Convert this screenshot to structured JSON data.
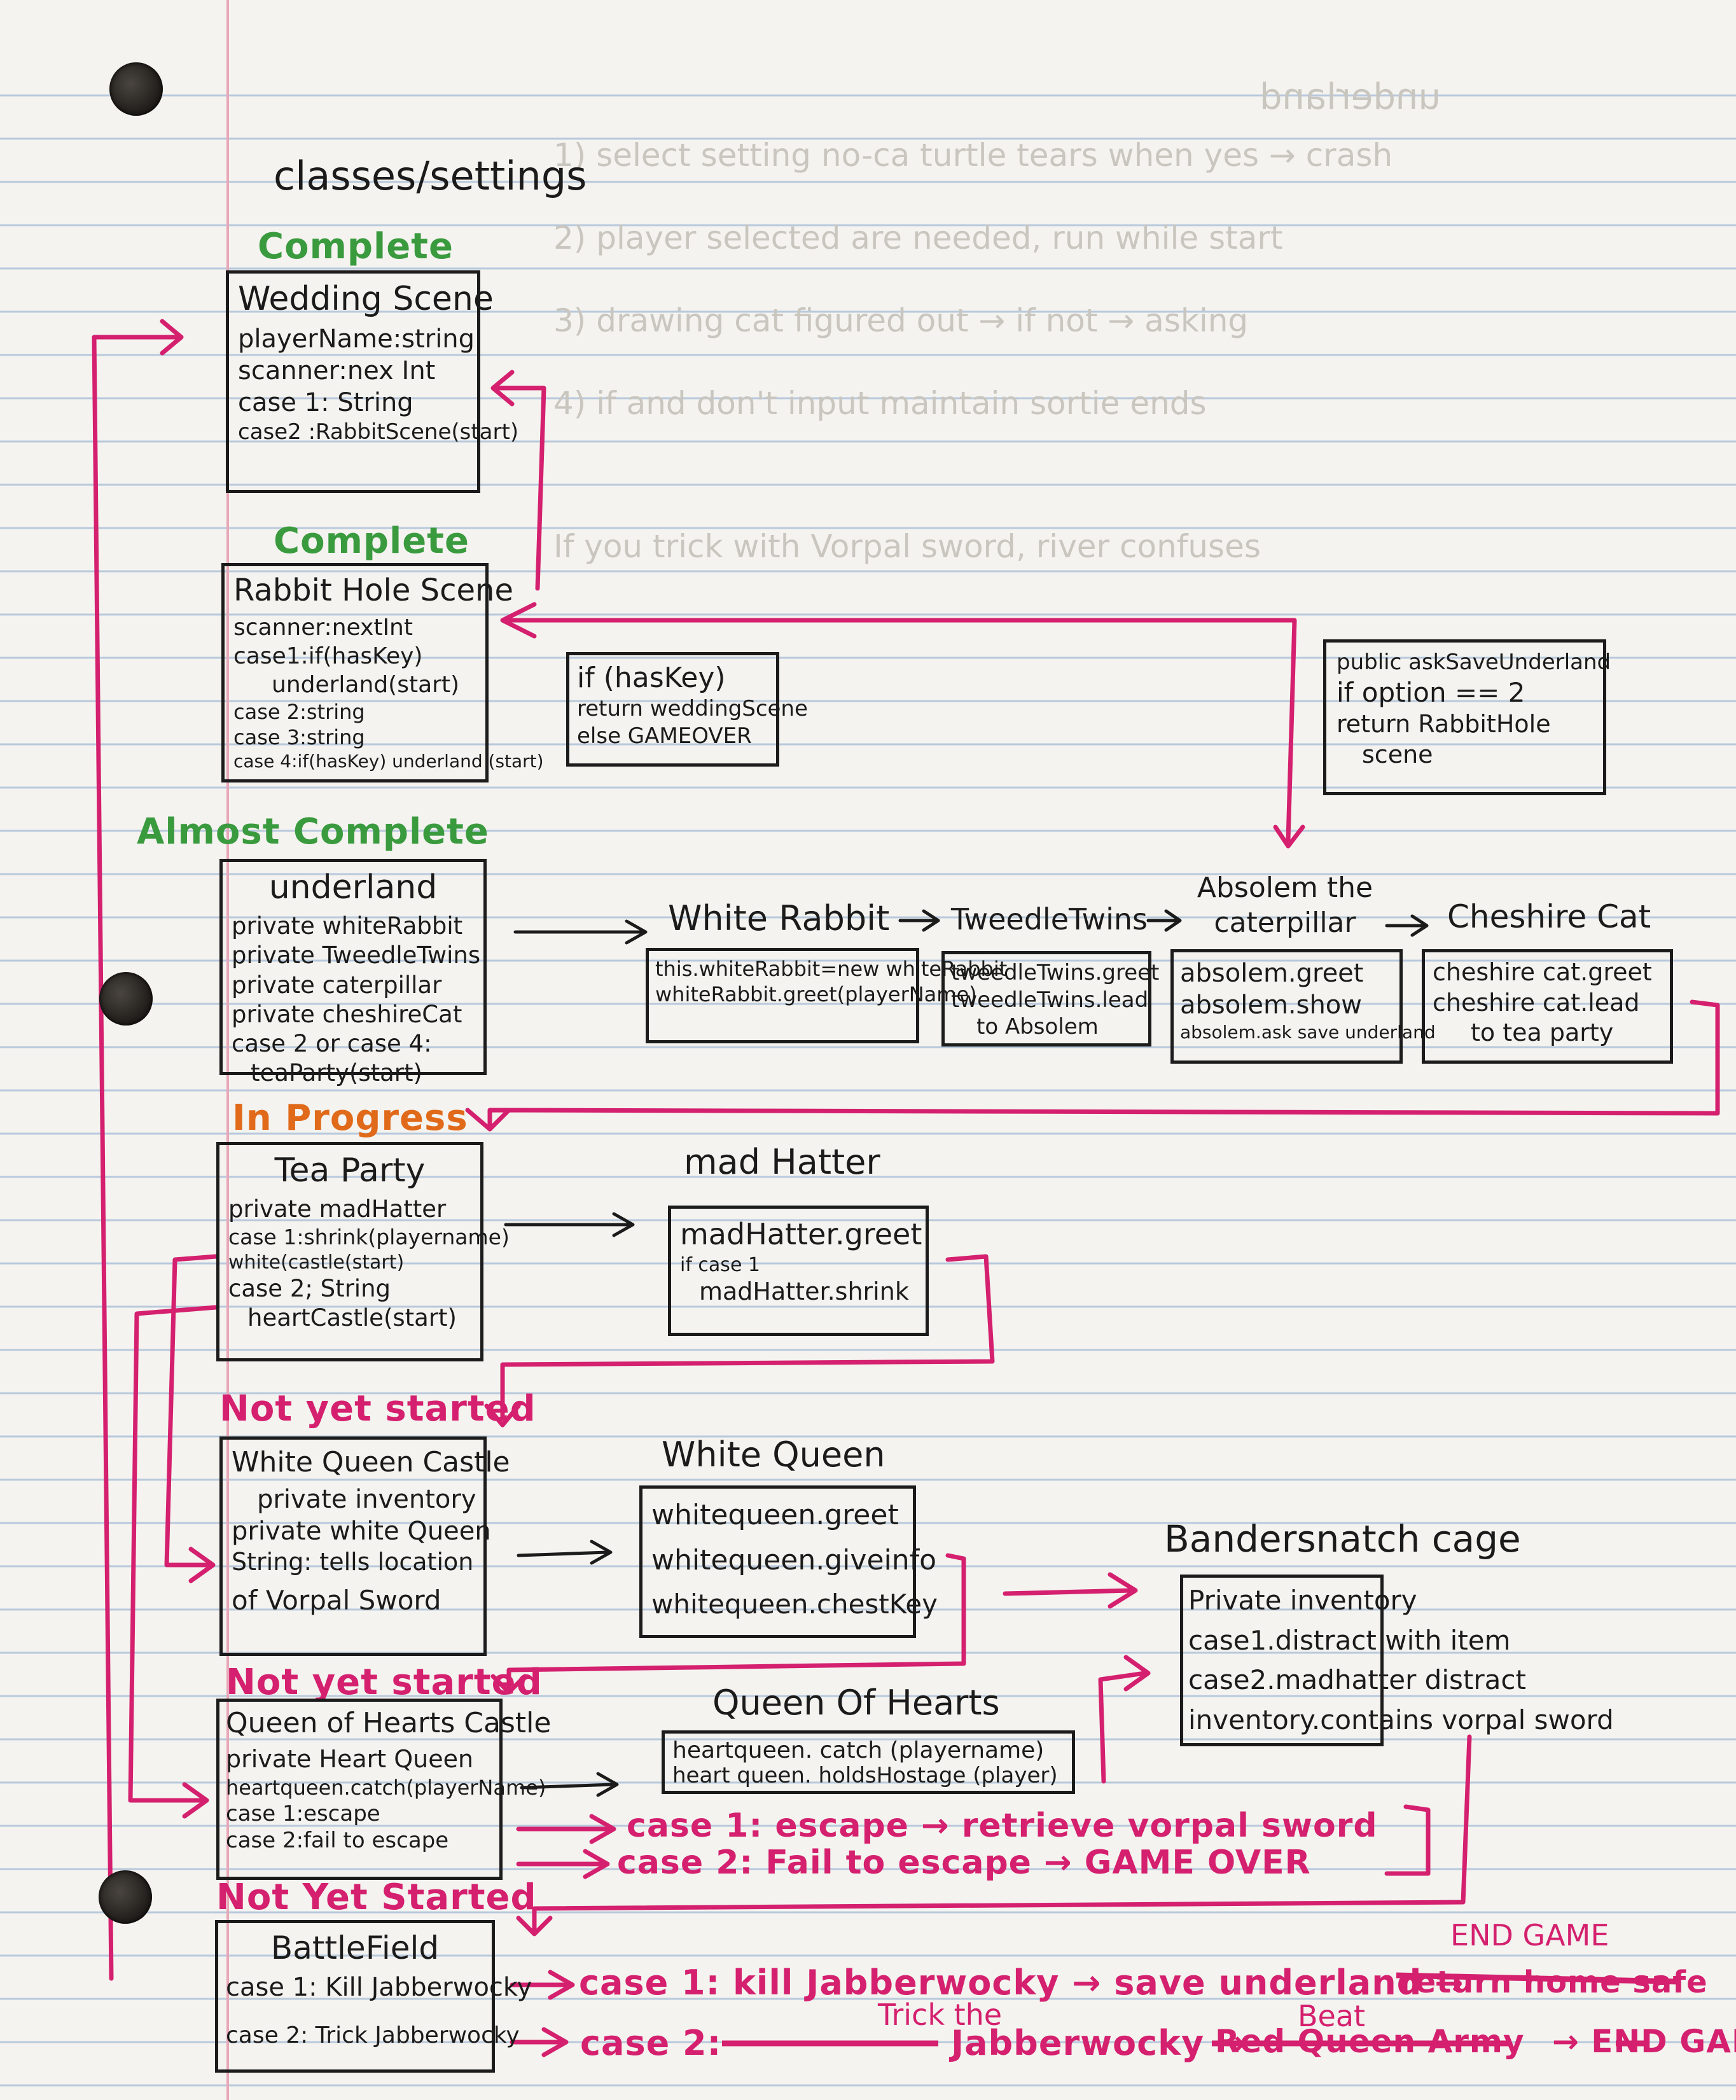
{
  "page_title": "classes/settings",
  "colors": {
    "ink": "#1b1b1b",
    "pink": "#d4206e",
    "green": "#3a9a3e",
    "orange": "#e06a1a"
  },
  "wedding": {
    "status": "Complete",
    "title": "Wedding Scene",
    "lines": [
      "playerName:string",
      "scanner:nex Int",
      "case 1: String",
      "case2 :RabbitScene(start)"
    ]
  },
  "rabbit": {
    "status": "Complete",
    "title": "Rabbit Hole Scene",
    "lines": [
      "scanner:nextInt",
      "case1:if(hasKey)",
      "underland(start)",
      "case 2:string",
      "case 3:string",
      "case 4:if(hasKey) underland (start)"
    ]
  },
  "haskey_note": [
    "if (hasKey)",
    "return weddingScene",
    "else GAMEOVER"
  ],
  "asksave_note": [
    "public askSaveUnderland",
    "if option == 2",
    "return RabbitHole",
    "scene"
  ],
  "underland": {
    "status": "Almost Complete",
    "title": "underland",
    "lines": [
      "private whiteRabbit",
      "private TweedleTwins",
      "private caterpillar",
      "private cheshireCat",
      "case 2 or case 4:",
      "teaParty(start)"
    ]
  },
  "chars_row": {
    "white_rabbit": "White Rabbit",
    "tweedle": "TweedleTwins",
    "absolem": "Absolem the caterpillar",
    "cheshire": "Cheshire Cat"
  },
  "wr_box": [
    "this.whiteRabbit=new whiteRabbit",
    "whiteRabbit.greet(playerName)"
  ],
  "tw_box": [
    "tweedleTwins.greet",
    "tweedleTwins.lead",
    "to Absolem"
  ],
  "ab_box": [
    "absolem.greet",
    "absolem.show",
    "absolem.ask save underland"
  ],
  "ch_box": [
    "cheshire cat.greet",
    "cheshire cat.lead",
    "to tea party"
  ],
  "tea": {
    "status": "In Progress",
    "title": "Tea Party",
    "lines": [
      "private madHatter",
      "case 1:shrink(playername)",
      "white(castle(start)",
      "case 2; String",
      "heartCastle(start)"
    ]
  },
  "mad_hatter_head": "mad Hatter",
  "mh_box": [
    "madHatter.greet",
    "if case 1",
    "madHatter.shrink"
  ],
  "white_castle": {
    "status": "Not yet started",
    "title": "White Queen Castle",
    "lines": [
      "private inventory",
      "private white Queen",
      "String: tells location",
      "of Vorpal Sword"
    ]
  },
  "white_queen_head": "White Queen",
  "wq_box": [
    "whitequeen.greet",
    "whitequeen.giveinfo",
    "whitequeen.chestKey"
  ],
  "bander_head": "Bandersnatch cage",
  "bander_box": [
    "Private inventory",
    "case1.distract with item",
    "case2.madhatter distract",
    "inventory.contains vorpal sword"
  ],
  "heart_castle": {
    "status": "Not yet started",
    "title": "Queen of Hearts Castle",
    "lines": [
      "private Heart Queen",
      "heartqueen.catch(playerName)",
      "case 1:escape",
      "case 2:fail to escape"
    ]
  },
  "qoh_head": "Queen Of Hearts",
  "qoh_box": [
    "heartqueen. catch (playername)",
    "heart queen. holdsHostage (player)"
  ],
  "qoh_case1": "case 1: escape → retrieve vorpal sword",
  "qoh_case2": "case 2: Fail to escape → GAME OVER",
  "battle": {
    "status": "Not Yet Started",
    "title": "BattleField",
    "lines": [
      "case 1: Kill Jabberwocky",
      "case 2: Trick Jabberwocky"
    ]
  },
  "end_game": "END GAME",
  "bf_case1": "case 1: kill Jabberwocky → save underland →",
  "bf_case1_struck": "return home safe",
  "trick_the": "Trick the",
  "beat": "Beat",
  "bf_case2_a": "case 2:",
  "bf_case2_b": "Jabberwocky →",
  "bf_case2_c": "Red Queen Army",
  "bf_case2_end": "→ END GAME",
  "faint_bleed": {
    "top": "underland",
    "l1": "1) select setting no-ca turtle tears when yes → crash",
    "l2": "2) player selected are needed, run while start",
    "l3": "3) drawing cat figured out → if not → asking",
    "l4": "4) if and don't input maintain sortie ends",
    "l5": "If you trick with Vorpal sword, river confuses"
  }
}
